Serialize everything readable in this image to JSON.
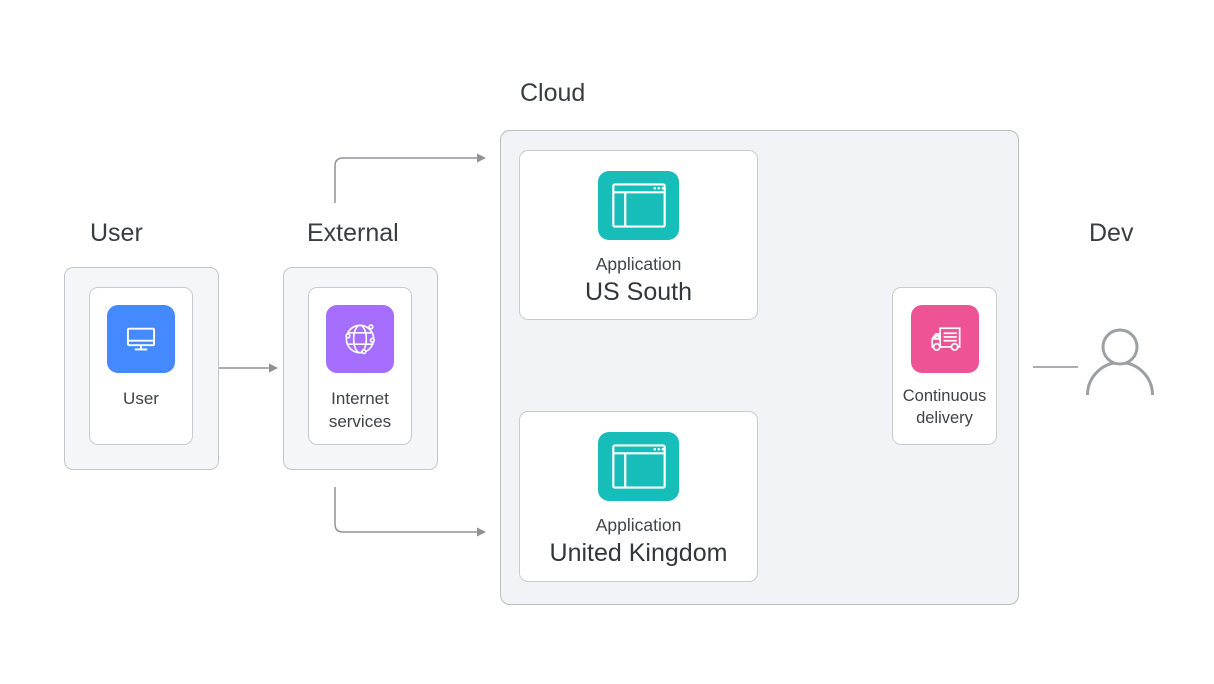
{
  "zones": {
    "user": {
      "label": "User"
    },
    "external": {
      "label": "External"
    },
    "cloud": {
      "label": "Cloud"
    },
    "dev": {
      "label": "Dev"
    }
  },
  "nodes": {
    "user": {
      "label": "User",
      "icon": "monitor-icon"
    },
    "internet_services": {
      "label": "Internet services",
      "icon": "globe-icon"
    },
    "app_us_south": {
      "category": "Application",
      "label": "US South",
      "icon": "browser-window-icon"
    },
    "app_united_kingdom": {
      "category": "Application",
      "label": "United Kingdom",
      "icon": "browser-window-icon"
    },
    "continuous_delivery": {
      "label": "Continuous delivery",
      "icon": "delivery-truck-icon"
    },
    "dev_person": {
      "icon": "person-icon"
    }
  },
  "connections": [
    {
      "from": "user",
      "to": "internet_services",
      "arrow": "right"
    },
    {
      "from": "internet_services",
      "to": "app_us_south",
      "arrow": "right"
    },
    {
      "from": "internet_services",
      "to": "app_united_kingdom",
      "arrow": "right"
    },
    {
      "from": "continuous_delivery",
      "to": "applications",
      "arrow": "left"
    },
    {
      "from": "dev_person",
      "to": "continuous_delivery",
      "arrow": "none"
    }
  ],
  "colors": {
    "user_icon_bg": "#4589ff",
    "internet_icon_bg": "#a56eff",
    "application_icon_bg": "#16bdb9",
    "delivery_icon_bg": "#ee5396",
    "connector": "#8f9296",
    "zone_fill": "#f5f6f8",
    "cloud_fill": "#f2f3f6",
    "card_fill": "#ffffff",
    "border": "#c6c9cc",
    "text": "#3d4045"
  }
}
